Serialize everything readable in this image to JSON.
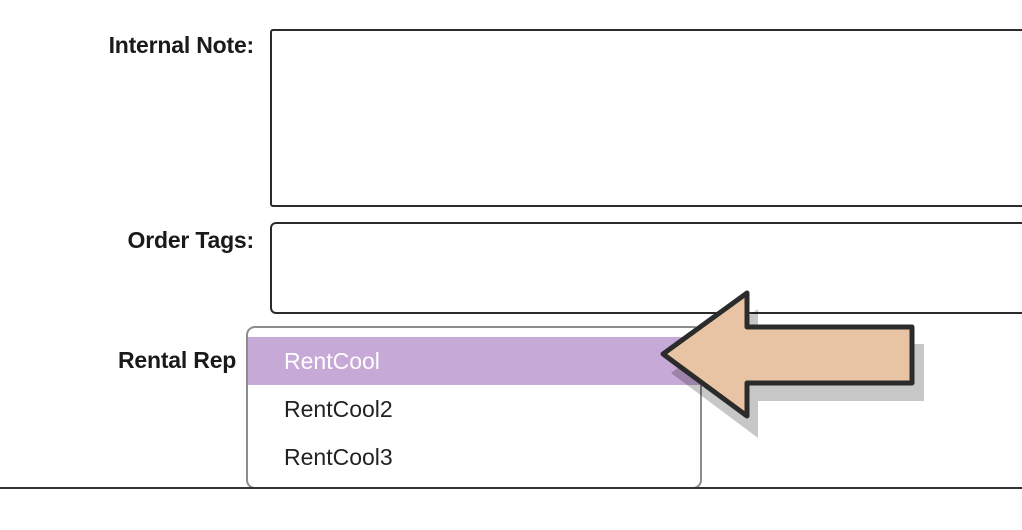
{
  "form": {
    "internal_note_label": "Internal Note:",
    "internal_note_value": "",
    "order_tags_label": "Order Tags:",
    "order_tags_value": "",
    "rental_rep_label": "Rental Rep"
  },
  "rental_rep_dropdown": {
    "options": [
      "RentCool",
      "RentCool2",
      "RentCool3"
    ],
    "selected": "RentCool",
    "highlight_color": "#c7a9d7"
  },
  "annotation": {
    "icon": "left-arrow-icon",
    "fill_color": "#e8c4a4",
    "stroke_color": "#2b2b2b"
  }
}
